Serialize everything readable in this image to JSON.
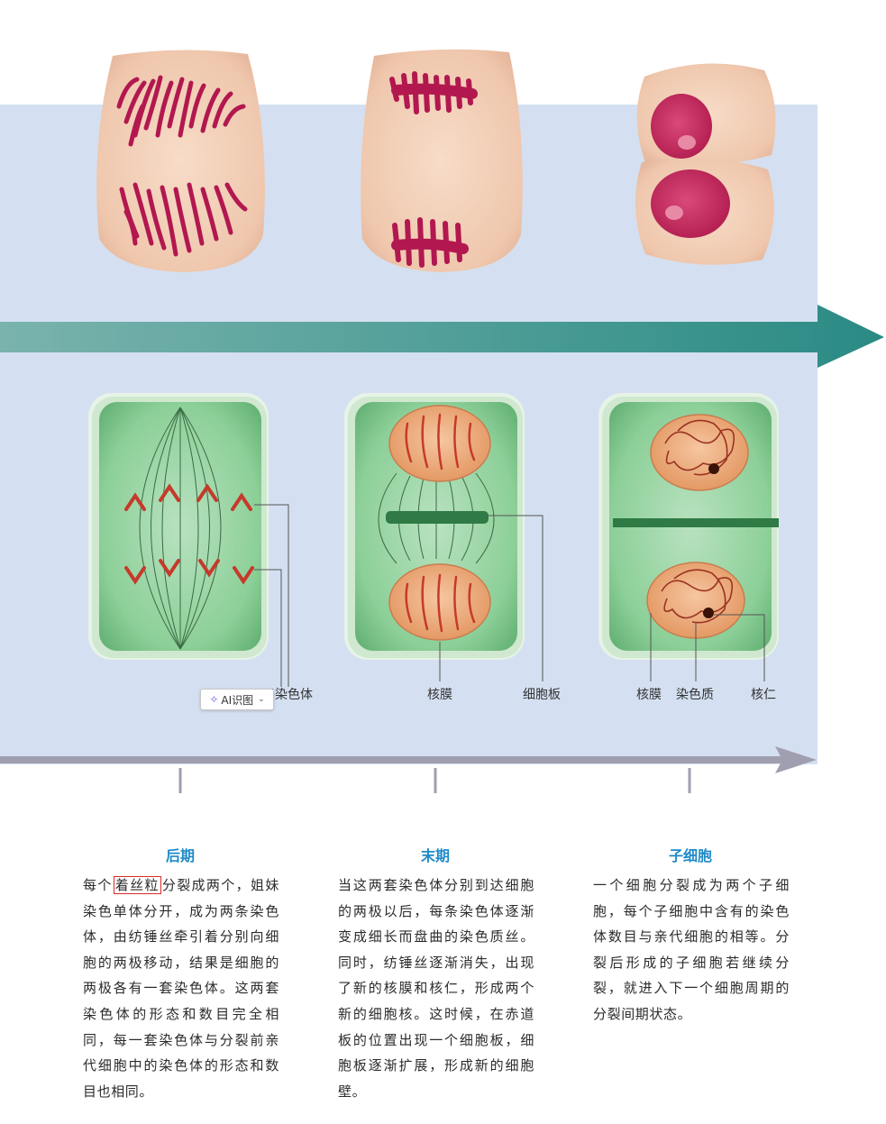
{
  "labels": {
    "chromosome": "子染色体",
    "nuclear_membrane_telophase": "核膜",
    "cell_plate": "细胞板",
    "nuclear_membrane_daughter": "核膜",
    "chromatin": "染色质",
    "nucleolus": "核仁"
  },
  "ai_button": {
    "label": "AI识图"
  },
  "stages": [
    {
      "title": "后期",
      "text_before": "每个",
      "text_highlight": "着丝粒",
      "text_after": "分裂成两个，姐妹染色单体分开，成为两条染色体，由纺锤丝牵引着分别向细胞的两极移动，结果是细胞的两极各有一套染色体。这两套染色体的形态和数目完全相同，每一套染色体与分裂前亲代细胞中的染色体的形态和数目也相同。"
    },
    {
      "title": "末期",
      "text": "当这两套染色体分别到达细胞的两极以后，每条染色体逐渐变成细长而盘曲的染色质丝。同时，纺锤丝逐渐消失，出现了新的核膜和核仁，形成两个新的细胞核。这时候，在赤道板的位置出现一个细胞板，细胞板逐渐扩展，形成新的细胞壁。"
    },
    {
      "title": "子细胞",
      "text": "一个细胞分裂成为两个子细胞，每个子细胞中含有的染色体数目与亲代细胞的相等。分裂后形成的子细胞若继续分裂，就进入下一个细胞周期的分裂间期状态。"
    }
  ],
  "colors": {
    "panel": "#d4e0f1",
    "teal_arrow": "#2f8c86",
    "timeline": "#a09fb0",
    "heading": "#1f8ac8",
    "highlight_box": "#d92b2b"
  }
}
